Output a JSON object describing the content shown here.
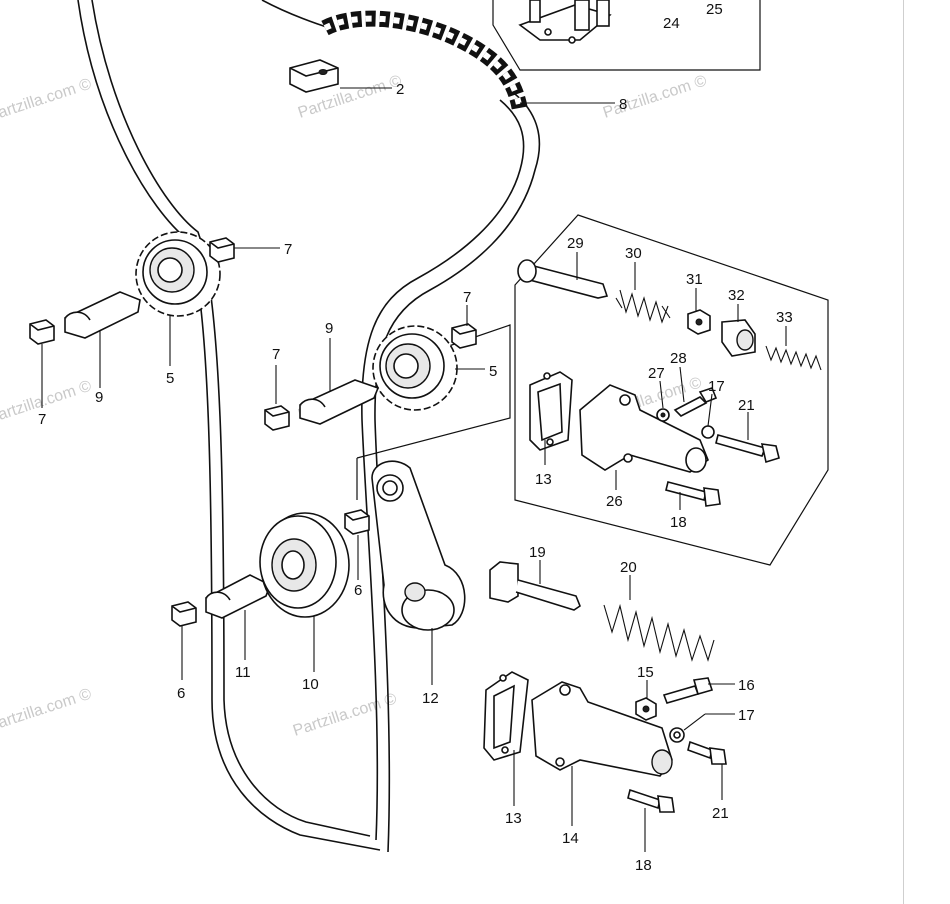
{
  "watermark": "Partzilla.com ©",
  "watermark_partial": "artzilla.com ©",
  "callouts": {
    "c2": "2",
    "c5a": "5",
    "c5b": "5",
    "c6a": "6",
    "c6b": "6",
    "c7a": "7",
    "c7b": "7",
    "c7c": "7",
    "c7d": "7",
    "c8": "8",
    "c9a": "9",
    "c9b": "9",
    "c10": "10",
    "c11": "11",
    "c12": "12",
    "c13a": "13",
    "c13b": "13",
    "c14": "14",
    "c15": "15",
    "c16": "16",
    "c17a": "17",
    "c17b": "17",
    "c18a": "18",
    "c18b": "18",
    "c19": "19",
    "c20": "20",
    "c21a": "21",
    "c21b": "21",
    "c24": "24",
    "c25": "25",
    "c26": "26",
    "c27": "27",
    "c28": "28",
    "c29": "29",
    "c30": "30",
    "c31": "31",
    "c32": "32",
    "c33": "33"
  }
}
